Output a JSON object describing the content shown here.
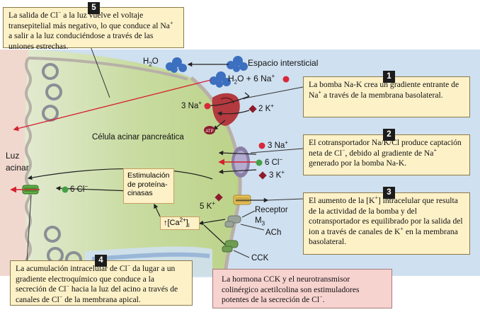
{
  "colors": {
    "interstitial_bg": "#cfe0f0",
    "lumen_bg": "#f1d8cf",
    "cell_bg": "#c6d99d",
    "box_bg": "#fdf1c8",
    "pink_box_bg": "#f7d3d0",
    "ion_red": "#d8283a",
    "potassium_diamond": "#8c1c2c",
    "chloride_green": "#43a047",
    "water_blue": "#3c6fc0",
    "arrow_red": "#d6202e"
  },
  "icons": [
    "water-molecule-icon",
    "sodium-ion-icon",
    "potassium-ion-icon",
    "chloride-ion-icon",
    "atp-icon",
    "na-k-pump-icon",
    "cotransporter-icon",
    "k-channel-icon",
    "cl-channel-icon",
    "m3-receptor-icon",
    "cck-receptor-icon"
  ],
  "callouts": [
    {
      "num": "1",
      "parts": [
        "La bomba Na-K crea un gradiente entrante de Na",
        "+",
        " a través de la membrana basolateral."
      ]
    },
    {
      "num": "2",
      "parts": [
        "El cotransportador Na/K/Cl produce captación neta de Cl",
        "−",
        ", debido al gradiente de Na",
        "+",
        " generado por la bomba Na-K."
      ]
    },
    {
      "num": "3",
      "parts": [
        "El aumento de la [K",
        "+",
        "] intracelular que resulta de la actividad de la bomba y del cotransportador es equilibrado por la salida del ion a través de canales de K",
        "+",
        " en la membrana basolateral."
      ]
    },
    {
      "num": "4",
      "parts": [
        "La acumulación intracelular de Cl",
        "−",
        " da lugar a un gradiente electroquímico que conduce a la secreción de Cl",
        "−",
        " hacia la luz del acino a través de canales de Cl",
        "−",
        " de la membrana apical."
      ]
    },
    {
      "num": "5",
      "parts": [
        "La salida de Cl",
        "−",
        " a la luz vuelve el voltaje transepitelial más negativo, lo que conduce al Na",
        "+",
        " a salir a la luz conduciéndose a través de las uniones estrechas."
      ]
    }
  ],
  "pink_note": {
    "parts": [
      "La hormona CCK y el neurotransmisor colinérgico acetilcolina son estimuladores potentes de la secreción de Cl",
      "−",
      "."
    ]
  },
  "labels": {
    "interstitial": "Espacio intersticial",
    "h2o": [
      "H",
      "2",
      "O"
    ],
    "h2o_na": [
      "H",
      "2",
      "O + 6 Na",
      "+"
    ],
    "pump_na": [
      "3 Na",
      "+"
    ],
    "pump_k": [
      "2 K",
      "+"
    ],
    "cell": "Célula acinar pancreática",
    "atp": "ATP",
    "cot_na": [
      "3 Na",
      "+"
    ],
    "cot_cl": [
      "6 Cl",
      "−"
    ],
    "cot_k": [
      "3 K",
      "+"
    ],
    "lumen": [
      "Luz",
      "acinar"
    ],
    "apical_cl": [
      "6 Cl",
      "−"
    ],
    "stim": [
      "Estimulación",
      "de proteína-",
      "cinasas"
    ],
    "ca": [
      "↑[Ca",
      "2+",
      "]",
      "i"
    ],
    "k_out": [
      "5 K",
      "+"
    ],
    "receptor": "Receptor",
    "m3": [
      "M",
      "3"
    ],
    "ach": "ACh",
    "cck": "CCK"
  }
}
